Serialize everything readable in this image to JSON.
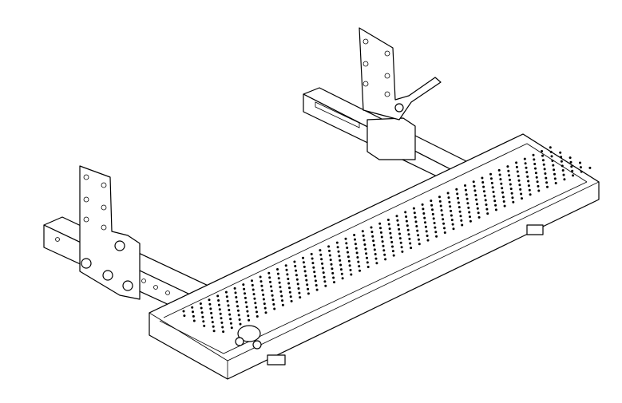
{
  "drawing": {
    "subject": "step-platform-assembly",
    "colors": {
      "line": "#000000",
      "background": "#ffffff"
    },
    "perforation_rows": 9,
    "perforation_cols": 44
  }
}
